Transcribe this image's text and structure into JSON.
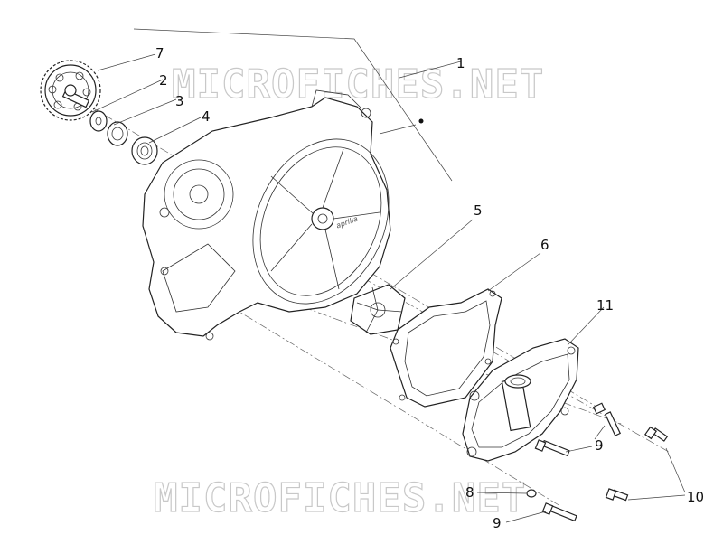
{
  "watermark": {
    "top": "MICROFICHES.NET",
    "bottom": "MICROFICHES.NET"
  },
  "callouts": [
    {
      "id": "c1",
      "label": "1"
    },
    {
      "id": "c2",
      "label": "2"
    },
    {
      "id": "c3",
      "label": "3"
    },
    {
      "id": "c4",
      "label": "4"
    },
    {
      "id": "c5",
      "label": "5"
    },
    {
      "id": "c6",
      "label": "6"
    },
    {
      "id": "c7",
      "label": "7"
    },
    {
      "id": "c8",
      "label": "8"
    },
    {
      "id": "c9a",
      "label": "9"
    },
    {
      "id": "c9b",
      "label": "9"
    },
    {
      "id": "c10",
      "label": "10"
    },
    {
      "id": "c11",
      "label": "11"
    }
  ],
  "brand_logo_text": "aprilia"
}
